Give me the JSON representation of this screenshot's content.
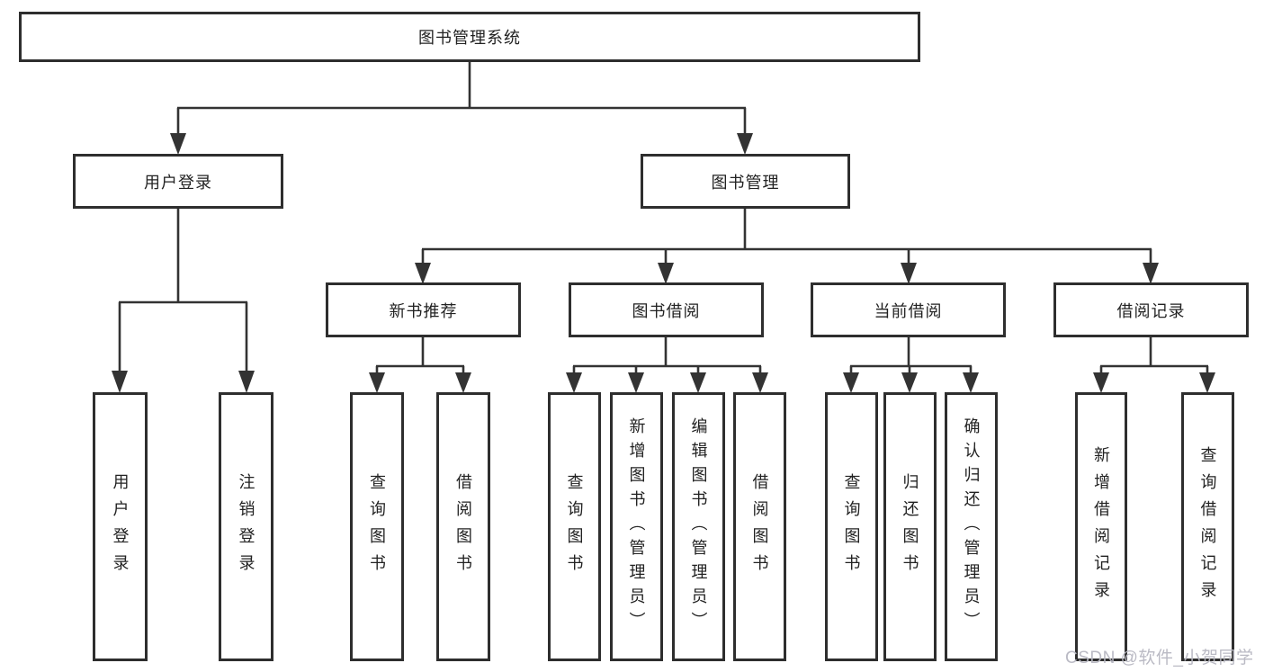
{
  "diagram_type": "hierarchy-tree",
  "colors": {
    "line": "#333333",
    "box_border": "#2e2e2e",
    "box_background": "#ffffff",
    "text": "#222222",
    "watermark": "#b6b6c1"
  },
  "watermark": {
    "text": "CSDN @软件_小贺同学"
  },
  "tree": {
    "label": "图书管理系统",
    "children": [
      {
        "label": "用户登录",
        "children": [
          {
            "label": "用户登录"
          },
          {
            "label": "注销登录"
          }
        ]
      },
      {
        "label": "图书管理",
        "children": [
          {
            "label": "新书推荐",
            "children": [
              {
                "label": "查询图书"
              },
              {
                "label": "借阅图书"
              }
            ]
          },
          {
            "label": "图书借阅",
            "children": [
              {
                "label": "查询图书"
              },
              {
                "label": "新增图书（管理员）"
              },
              {
                "label": "编辑图书（管理员）"
              },
              {
                "label": "借阅图书"
              }
            ]
          },
          {
            "label": "当前借阅",
            "children": [
              {
                "label": "查询图书"
              },
              {
                "label": "归还图书"
              },
              {
                "label": "确认归还（管理员）"
              }
            ]
          },
          {
            "label": "借阅记录",
            "children": [
              {
                "label": "新增借阅记录"
              },
              {
                "label": "查询借阅记录"
              }
            ]
          }
        ]
      }
    ]
  }
}
